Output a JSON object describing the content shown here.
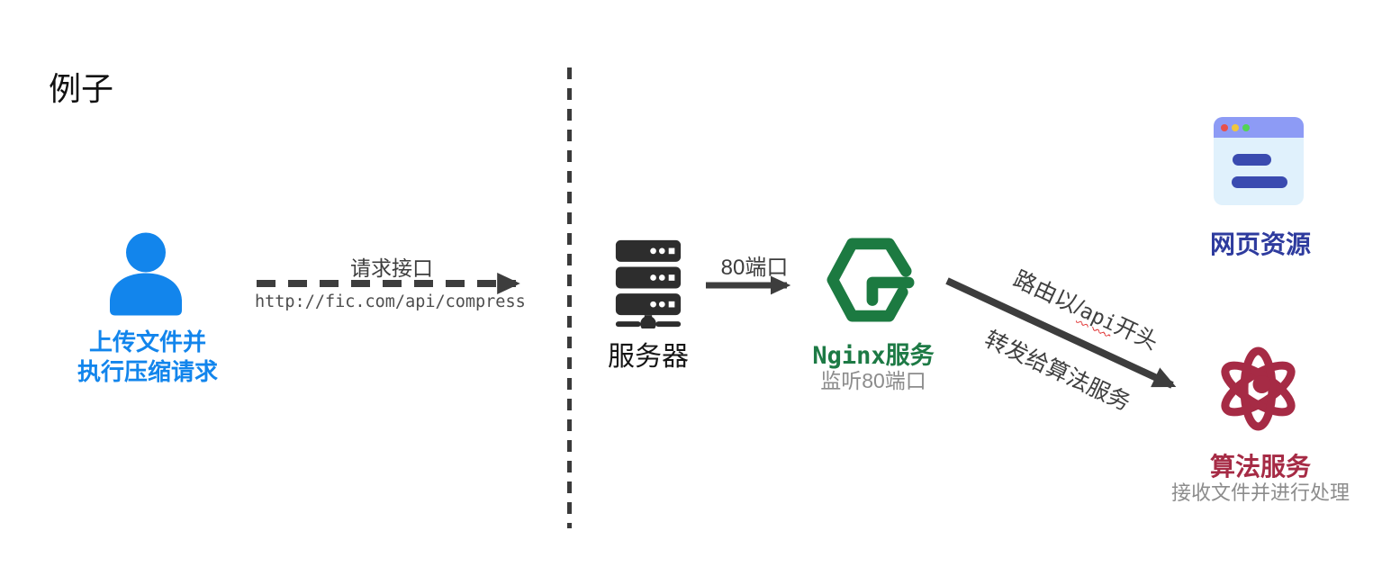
{
  "title": "例子",
  "colors": {
    "user_blue": "#1285ec",
    "arrow_gray": "#3d3d3d",
    "server_dark": "#2d2d2d",
    "nginx_green": "#1c7a41",
    "web_indigo": "#2e3b9e",
    "algo_crimson": "#a62b45",
    "subtitle_gray": "#8c8c8c"
  },
  "user_node": {
    "icon": "person-icon",
    "caption_line1": "上传文件并",
    "caption_line2": "执行压缩请求"
  },
  "request_edge": {
    "style": "dashed-arrow",
    "label": "请求接口",
    "url": "http://fic.com/api/compress"
  },
  "server_node": {
    "icon": "server-icon",
    "label": "服务器"
  },
  "port_edge": {
    "style": "solid-arrow",
    "label": "80端口"
  },
  "nginx_node": {
    "icon": "nginx-hexagon-icon",
    "name_en": "Nginx",
    "name_zh": "服务",
    "sublabel": "监听80端口"
  },
  "route_edge": {
    "style": "solid-diagonal-arrow",
    "line1_prefix": "路由以/",
    "line1_api": "api",
    "line1_suffix": "开头",
    "line2": "转发给算法服务"
  },
  "web_node": {
    "icon": "browser-window-icon",
    "label": "网页资源"
  },
  "algo_node": {
    "icon": "atom-icon",
    "label": "算法服务",
    "sublabel": "接收文件并进行处理"
  }
}
